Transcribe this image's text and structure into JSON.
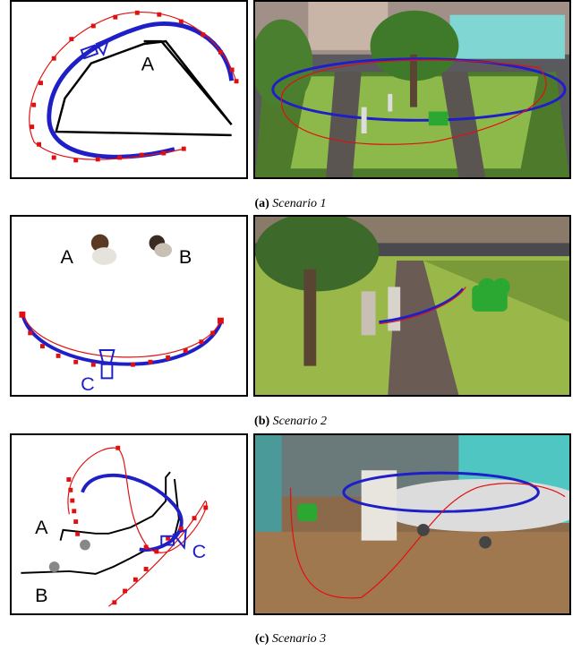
{
  "figure": {
    "rows": [
      {
        "caption_label": "(a)",
        "caption_title": "Scenario 1",
        "markers": [
          "A"
        ]
      },
      {
        "caption_label": "(b)",
        "caption_title": "Scenario 2",
        "markers": [
          "A",
          "B",
          "C"
        ]
      },
      {
        "caption_label": "(c)",
        "caption_title": "Scenario 3",
        "markers": [
          "A",
          "B",
          "C"
        ]
      }
    ]
  },
  "colors": {
    "planned_path": "#1f1fc8",
    "sampled_path": "#e01010",
    "obstacle_path": "#000000",
    "camera_marker": "#2aa832"
  }
}
